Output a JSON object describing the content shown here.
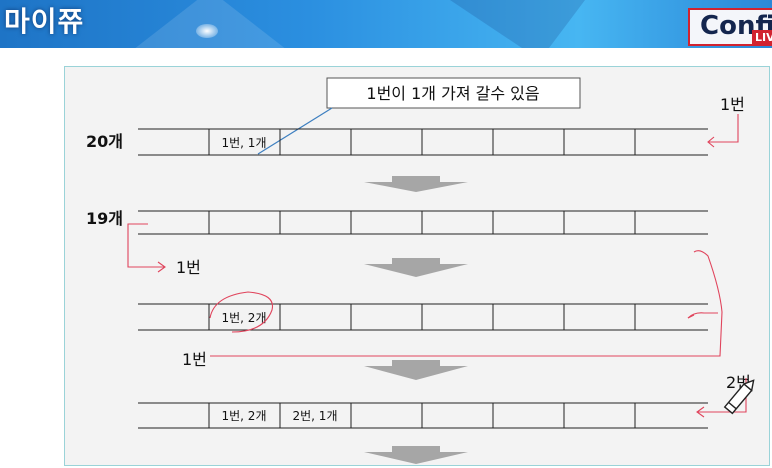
{
  "banner": {
    "brand": "마이쮸",
    "badge": "Confi",
    "live": "LIV"
  },
  "callout": "1번이 1개 가져 갈수 있음",
  "rows": [
    {
      "count": "20개",
      "cells": [
        "",
        "1번, 1개",
        "",
        "",
        "",
        "",
        "",
        ""
      ]
    },
    {
      "count": "19개",
      "cells": [
        "",
        "",
        "",
        "",
        "",
        "",
        "",
        ""
      ]
    },
    {
      "count": "",
      "cells": [
        "",
        "1번, 2개",
        "",
        "",
        "",
        "",
        "",
        ""
      ]
    },
    {
      "count": "",
      "cells": [
        "",
        "1번, 2개",
        "2번, 1개",
        "",
        "",
        "",
        "",
        ""
      ]
    }
  ],
  "annotations": {
    "top_right": "1번",
    "left_mid": "1번",
    "row3_left": "1번",
    "row4_right": "2번"
  },
  "colors": {
    "ink_red": "#e0445c",
    "arrow_gray": "#a6a6a6",
    "callout_line": "#3d7fc0"
  }
}
